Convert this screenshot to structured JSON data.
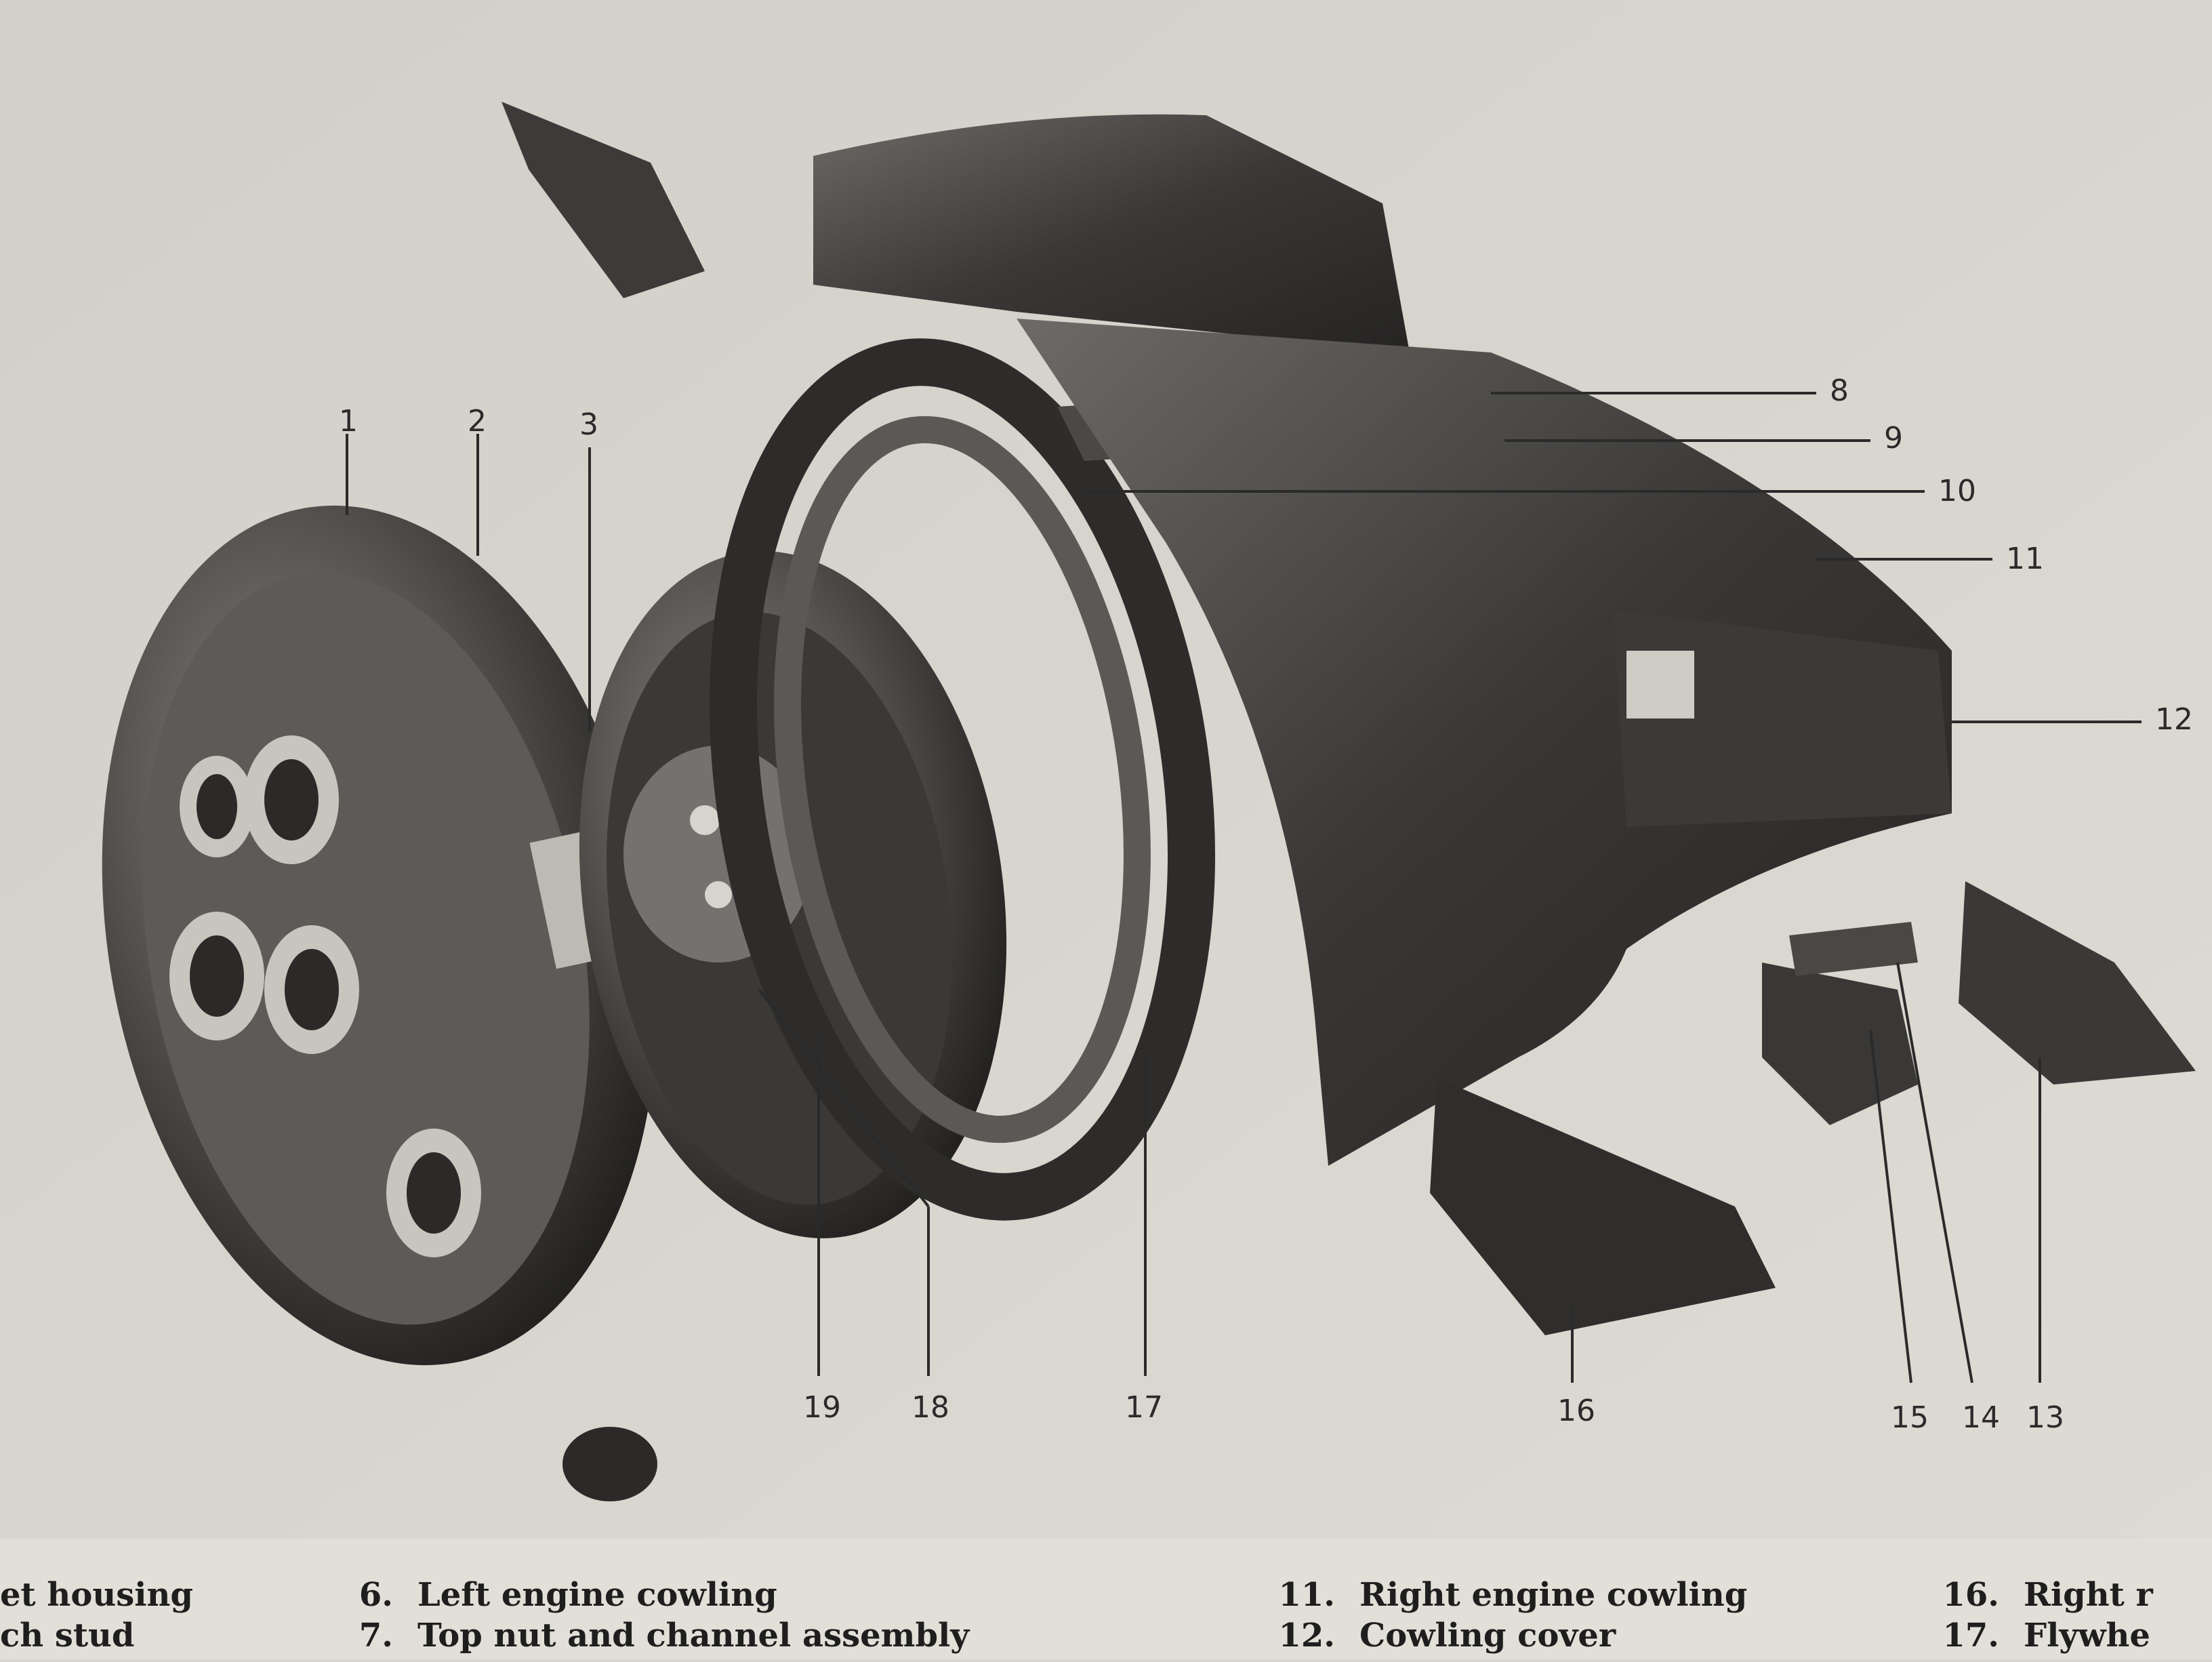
{
  "callouts": [
    "1",
    "2",
    "3",
    "8",
    "9",
    "10",
    "11",
    "12",
    "13",
    "14",
    "15",
    "16",
    "17",
    "18",
    "19"
  ],
  "legend": {
    "col1": [
      {
        "num": "",
        "text": "et housing"
      },
      {
        "num": "",
        "text": "ch stud"
      }
    ],
    "col2": [
      {
        "num": "6.",
        "text": "Left engine cowling"
      },
      {
        "num": "7.",
        "text": "Top nut and channel assembly"
      }
    ],
    "col3": [
      {
        "num": "11.",
        "text": "Right engine cowling"
      },
      {
        "num": "12.",
        "text": "Cowling cover"
      }
    ],
    "col4": [
      {
        "num": "16.",
        "text": "Right r"
      },
      {
        "num": "17.",
        "text": "Flywhe"
      }
    ]
  }
}
